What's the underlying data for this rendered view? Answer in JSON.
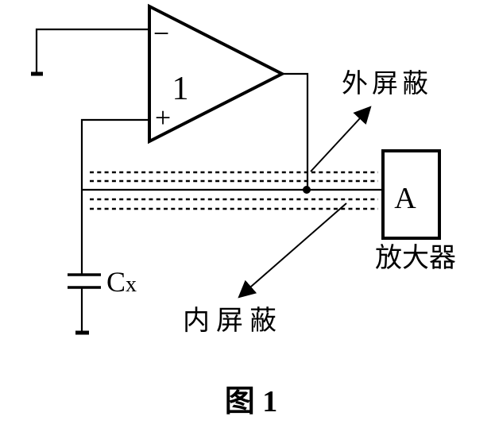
{
  "colors": {
    "background": "#ffffff",
    "ink": "#000000"
  },
  "opamp": {
    "minus_label": "−",
    "plus_label": "+",
    "gain_label": "1"
  },
  "capacitor": {
    "name": "C",
    "subscript": "x"
  },
  "cable": {
    "outer_shield_label": "外屏蔽",
    "inner_shield_label": "内屏蔽"
  },
  "amplifier": {
    "symbol": "A",
    "name": "放大器"
  },
  "caption": "图 1"
}
